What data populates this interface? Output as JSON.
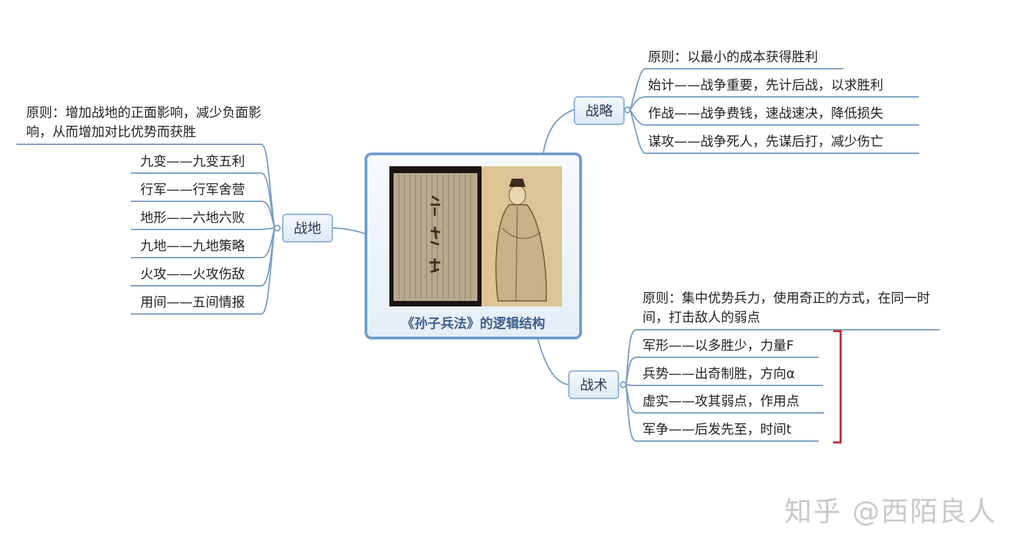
{
  "center": {
    "title": "《孙子兵法》的逻辑结构"
  },
  "branches": {
    "zhanlue": {
      "label": "战略",
      "items": [
        "原则：以最小的成本获得胜利",
        "始计——战争重要，先计后战，以求胜利",
        "作战——战争费钱，速战速决，降低损失",
        "谋攻——战争死人，先谋后打，减少伤亡"
      ]
    },
    "zhandi": {
      "label": "战地",
      "principle": "原则：增加战地的正面影响，减少负面影响，从而增加对比优势而获胜",
      "items": [
        "九变——九变五利",
        "行军——行军舍营",
        "地形——六地六败",
        "九地——九地策略",
        "火攻——火攻伤敌",
        "用间——五间情报"
      ]
    },
    "zhanshu": {
      "label": "战术",
      "principle": "原则：集中优势兵力，使用奇正的方式，在同一时间，打击敌人的弱点",
      "items": [
        "军形——以多胜少，力量F",
        "兵势——出奇制胜，方向α",
        "虚实——攻其弱点，作用点",
        "军争——后发先至，时间t"
      ]
    }
  },
  "watermark": "知乎 @西陌良人",
  "colors": {
    "line": "#7a9fc4",
    "node_border": "#8fb2d6",
    "center_border": "#6d9ccd",
    "bracket": "#c0282d"
  }
}
